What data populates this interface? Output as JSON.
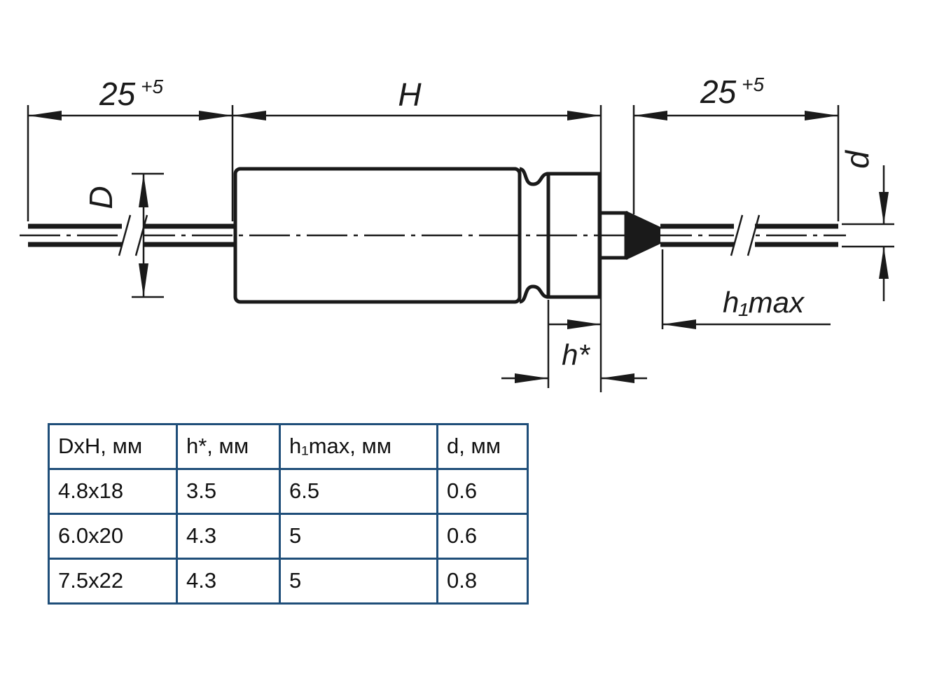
{
  "colors": {
    "ink": "#1a1a1a",
    "table_border": "#1f4e79",
    "background": "#ffffff"
  },
  "drawing": {
    "left_lead_dim": {
      "value": "25",
      "tol": "+5"
    },
    "body_dim": "H",
    "right_lead_dim": {
      "value": "25",
      "tol": "+5"
    },
    "diameter_dim": "D",
    "lead_diameter_dim": "d",
    "h1max_dim": "h₁max",
    "hstar_dim": "h*"
  },
  "table": {
    "headers": [
      "DxH, мм",
      "h*, мм",
      "h₁max, мм",
      "d, мм"
    ],
    "rows": [
      [
        "4.8x18",
        "3.5",
        "6.5",
        "0.6"
      ],
      [
        "6.0x20",
        "4.3",
        "5",
        "0.6"
      ],
      [
        "7.5x22",
        "4.3",
        "5",
        "0.8"
      ]
    ]
  }
}
